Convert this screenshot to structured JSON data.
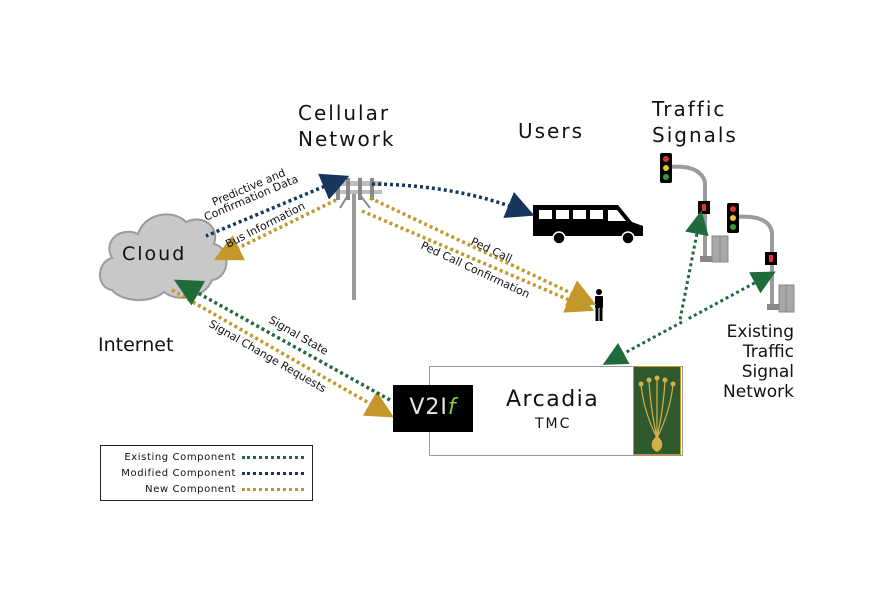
{
  "nodes": {
    "cellular": [
      "Cellular",
      "Network"
    ],
    "users": "Users",
    "traffic_signals": [
      "Traffic",
      "Signals"
    ],
    "cloud": "Cloud",
    "internet": "Internet",
    "existing_network": [
      "Existing",
      "Traffic",
      "Signal",
      "Network"
    ],
    "tmc_name": "Arcadia",
    "tmc_sub": "TMC",
    "v2i_logo": "V2I",
    "v2i_logo_suffix": "f"
  },
  "edge_labels": {
    "predictive": [
      "Predictive and",
      "Confirmation Data"
    ],
    "bus_info": "Bus Information",
    "ped_call": "Ped Call",
    "ped_call_confirm": "Ped Call Confirmation",
    "signal_state": "Signal State",
    "signal_change": "Signal Change Requests"
  },
  "legend": [
    {
      "label": "Existing Component",
      "color": "#1f6b3a"
    },
    {
      "label": "Modified Component",
      "color": "#16365e"
    },
    {
      "label": "New Component",
      "color": "#c4972a"
    }
  ],
  "colors": {
    "existing": "#1f6b3a",
    "modified": "#16365e",
    "new": "#c4972a",
    "cloud": "#c8c8c8"
  },
  "icons": [
    "cloud-icon",
    "cell-tower-icon",
    "bus-icon",
    "pedestrian-icon",
    "traffic-signal-icon",
    "ped-signal-icon",
    "signal-cabinet-icon",
    "arcadia-logo-icon"
  ]
}
